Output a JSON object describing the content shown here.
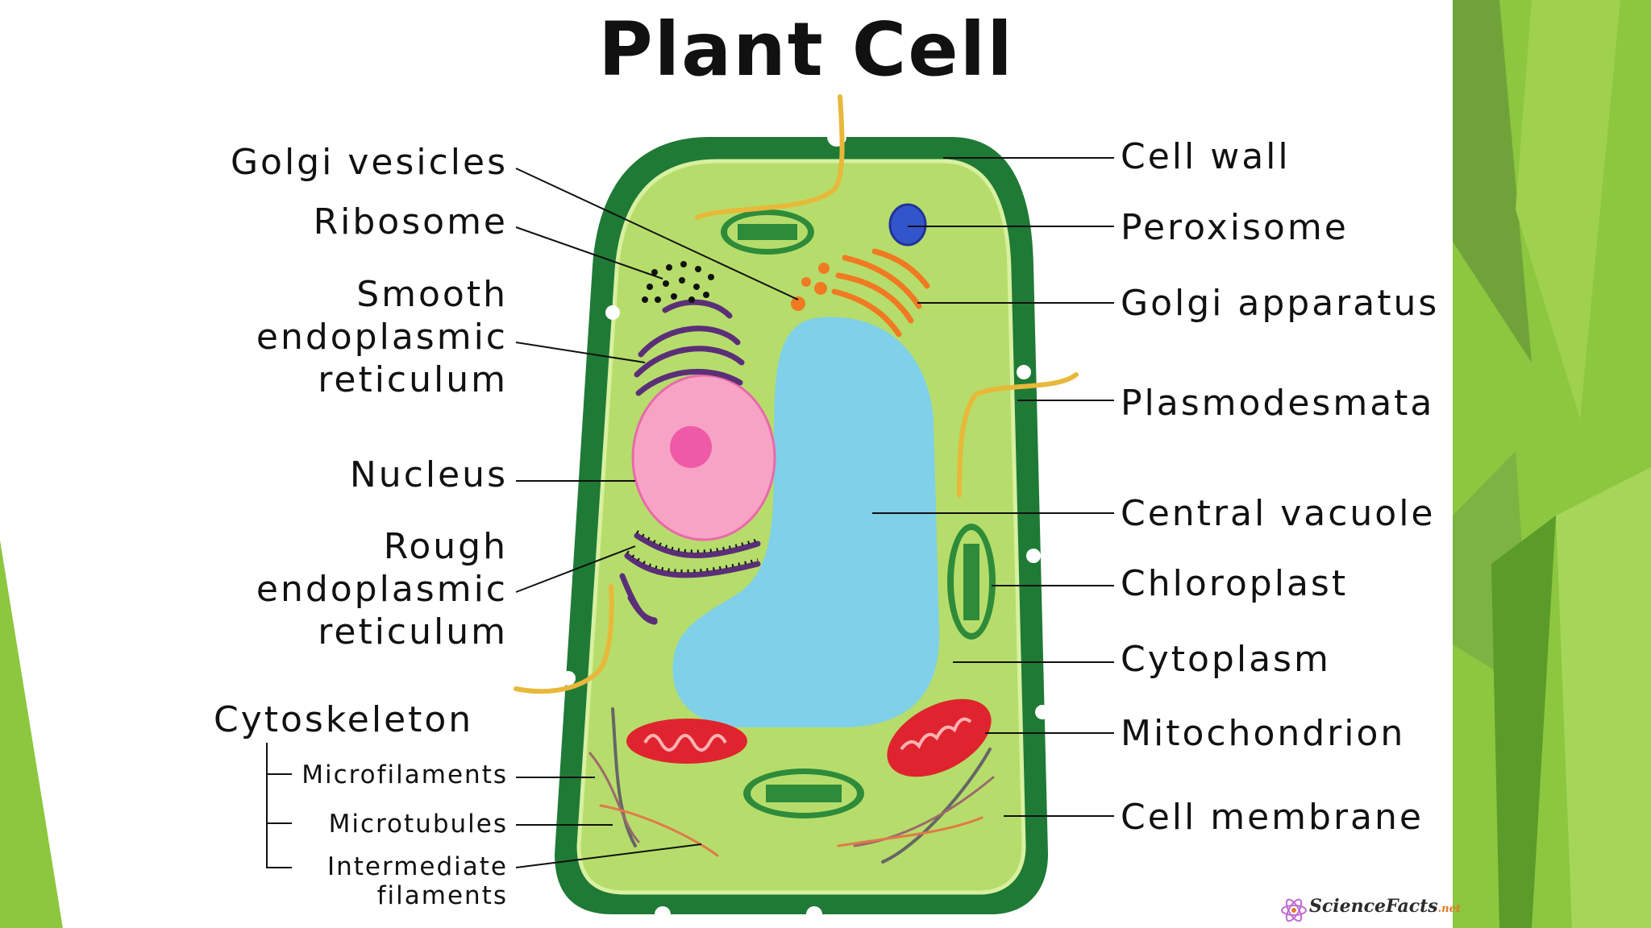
{
  "diagram": {
    "title": "Plant Cell",
    "labels_left": {
      "golgi_vesicles": "Golgi vesicles",
      "ribosome": "Ribosome",
      "smooth_er": [
        "Smooth",
        "endoplasmic",
        "reticulum"
      ],
      "nucleus": "Nucleus",
      "rough_er": [
        "Rough",
        "endoplasmic",
        "reticulum"
      ],
      "cytoskeleton": "Cytoskeleton",
      "microfilaments": "Microfilaments",
      "microtubules": "Microtubules",
      "intermediate_filaments": [
        "Intermediate",
        "filaments"
      ]
    },
    "labels_right": {
      "cell_wall": "Cell wall",
      "peroxisome": "Peroxisome",
      "golgi_apparatus": "Golgi apparatus",
      "plasmodesmata": "Plasmodesmata",
      "central_vacuole": "Central vacuole",
      "chloroplast": "Chloroplast",
      "cytoplasm": "Cytoplasm",
      "mitochondrion": "Mitochondrion",
      "cell_membrane": "Cell membrane"
    },
    "watermark": "ScienceFacts"
  },
  "colors": {
    "cell_wall": "#1f7a36",
    "cytoplasm": "#b6dd6b",
    "membrane": "#d8f0a0",
    "vacuole": "#7fd0e8",
    "nucleus": "#f7a3c6",
    "nucleolus": "#ef5aa6",
    "er": "#5b2f78",
    "golgi": "#f07a22",
    "mitochondrion": "#e0242f",
    "chloroplast": "#2e8b3a",
    "peroxisome": "#3355cc",
    "plasmodesmata": "#e8b83a",
    "slide_green_light": "#8dc63f",
    "slide_green_dark": "#5a9b2a"
  }
}
